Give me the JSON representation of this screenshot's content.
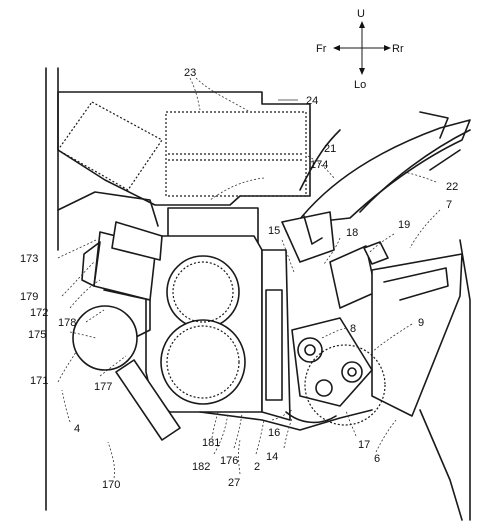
{
  "compass": {
    "up": "U",
    "down": "Lo",
    "front": "Fr",
    "rear": "Rr"
  },
  "labels": [
    {
      "id": "l23",
      "text": "23"
    },
    {
      "id": "l24",
      "text": "24"
    },
    {
      "id": "l21",
      "text": "21"
    },
    {
      "id": "l174",
      "text": "174"
    },
    {
      "id": "l22",
      "text": "22"
    },
    {
      "id": "l7",
      "text": "7"
    },
    {
      "id": "l19",
      "text": "19"
    },
    {
      "id": "l15",
      "text": "15"
    },
    {
      "id": "l18",
      "text": "18"
    },
    {
      "id": "l173",
      "text": "173"
    },
    {
      "id": "l179",
      "text": "179"
    },
    {
      "id": "l172",
      "text": "172"
    },
    {
      "id": "l178",
      "text": "178"
    },
    {
      "id": "l175",
      "text": "175"
    },
    {
      "id": "l8",
      "text": "8"
    },
    {
      "id": "l9",
      "text": "9"
    },
    {
      "id": "l171",
      "text": "171"
    },
    {
      "id": "l177",
      "text": "177"
    },
    {
      "id": "l4",
      "text": "4"
    },
    {
      "id": "l181",
      "text": "181"
    },
    {
      "id": "l16",
      "text": "16"
    },
    {
      "id": "l17",
      "text": "17"
    },
    {
      "id": "l182",
      "text": "182"
    },
    {
      "id": "l176",
      "text": "176"
    },
    {
      "id": "l2",
      "text": "2"
    },
    {
      "id": "l14",
      "text": "14"
    },
    {
      "id": "l6",
      "text": "6"
    },
    {
      "id": "l27",
      "text": "27"
    },
    {
      "id": "l170",
      "text": "170"
    }
  ]
}
